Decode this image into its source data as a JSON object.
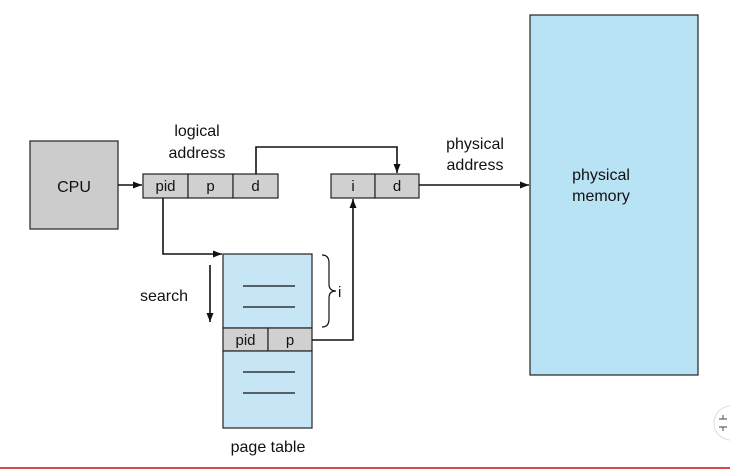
{
  "colors": {
    "cpu_fill": "#cccccc",
    "register_fill": "#d0d0d0",
    "memory_fill": "#b8e3f5",
    "table_fill": "#c6e6f6",
    "bottom_rule": "#d84a4a"
  },
  "cpu": {
    "label": "CPU"
  },
  "logical_address": {
    "label_line1": "logical",
    "label_line2": "address",
    "fields": [
      "pid",
      "p",
      "d"
    ]
  },
  "physical_address": {
    "label_line1": "physical",
    "label_line2": "address",
    "fields": [
      "i",
      "d"
    ]
  },
  "physical_memory": {
    "label_line1": "physical",
    "label_line2": "memory"
  },
  "page_table": {
    "label": "page table",
    "entry_fields": [
      "pid",
      "p"
    ],
    "index_label": "i",
    "search_label": "search"
  },
  "widget": {
    "icon": "collapse-arrows-icon"
  }
}
